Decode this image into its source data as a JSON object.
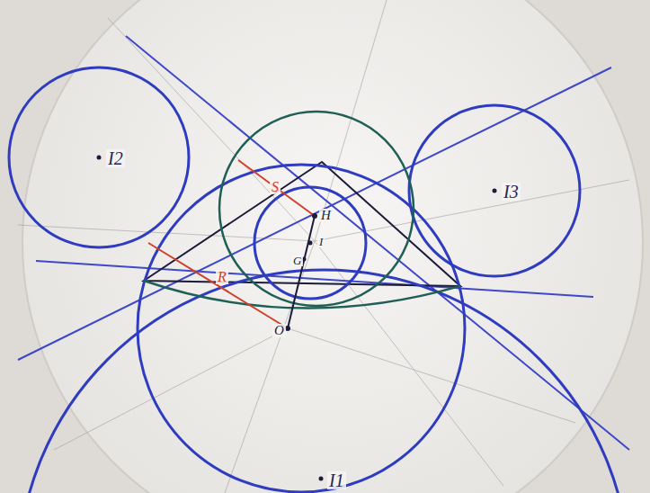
{
  "diagram": {
    "labels": [
      "I2",
      "I3",
      "I1",
      "H",
      "I",
      "G",
      "O",
      "R",
      "S"
    ]
  }
}
